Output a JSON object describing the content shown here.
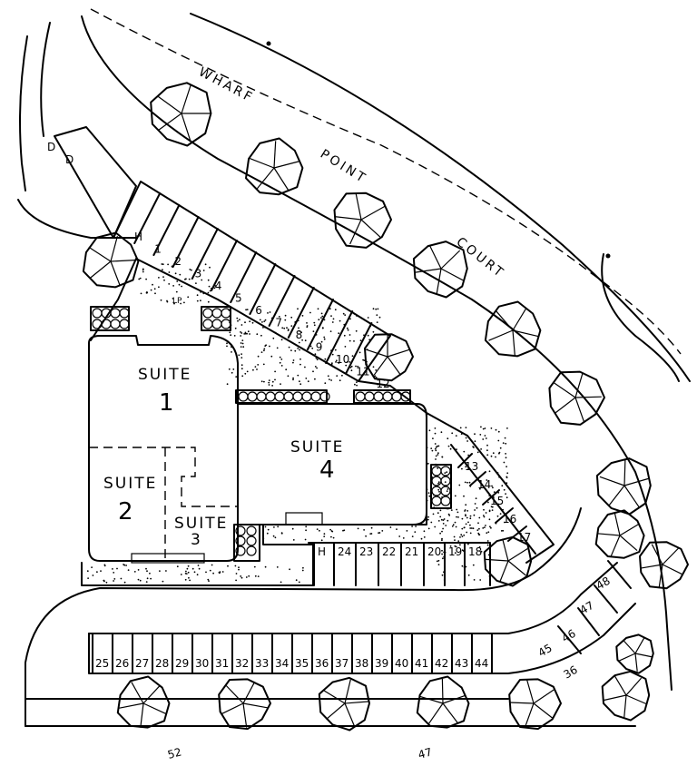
{
  "street": {
    "words": [
      "WHARF",
      "POINT",
      "COURT"
    ]
  },
  "buildings": {
    "suite1": {
      "label": "SUITE",
      "number": "1"
    },
    "suite2": {
      "label": "SUITE",
      "number": "2"
    },
    "suite3": {
      "label": "SUITE",
      "number": "3"
    },
    "suite4": {
      "label": "SUITE",
      "number": "4"
    }
  },
  "parking": {
    "top_row": [
      "H",
      "1",
      "2",
      "3",
      "4",
      "5",
      "6",
      "7",
      "8",
      "9",
      "10",
      "11",
      "12"
    ],
    "right_row": [
      "13",
      "14",
      "15",
      "16",
      "17"
    ],
    "middle_row": [
      "H",
      "24",
      "23",
      "22",
      "21",
      "20",
      "19",
      "18"
    ],
    "bottom_row": [
      "25",
      "26",
      "27",
      "28",
      "29",
      "30",
      "31",
      "32",
      "33",
      "34",
      "35",
      "36",
      "37",
      "38",
      "39",
      "40",
      "41",
      "42",
      "43",
      "44"
    ],
    "corner_row": [
      "45",
      "46",
      "47",
      "48"
    ],
    "misc": [
      "D",
      "D",
      "LP",
      "36"
    ]
  },
  "margin_marks": [
    "52",
    "47"
  ],
  "colors": {
    "ink": "#000000",
    "paper": "#ffffff"
  }
}
